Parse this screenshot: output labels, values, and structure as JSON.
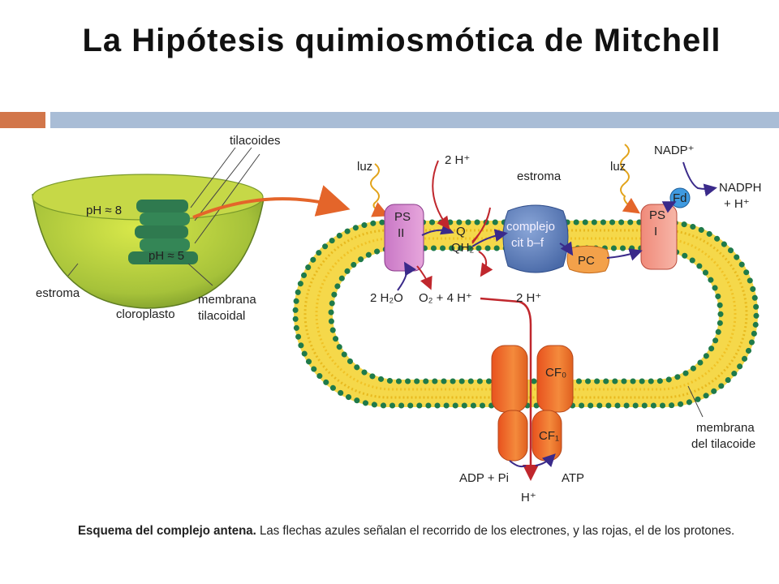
{
  "title": "La Hipótesis quimiosmótica de Mitchell",
  "caption": {
    "bold": "Esquema del complejo antena.",
    "text": " Las flechas azules señalan el recorrido de los electrones, y las rojas, el de los protones."
  },
  "chloroplast": {
    "tilacoides": "tilacoides",
    "ph_stroma": "pH ≈ 8",
    "ph_lumen": "pH ≈ 5",
    "estroma": "estroma",
    "cloroplasto": "cloroplasto",
    "membrana_line1": "membrana",
    "membrana_line2": "tilacoidal"
  },
  "thylakoid": {
    "luz_left": "luz",
    "luz_right": "luz",
    "estroma": "estroma",
    "two_h_top": "2 H⁺",
    "ps2_line1": "PS",
    "ps2_line2": "II",
    "q": "Q",
    "qh2": "QH₂",
    "complejo_line1": "complejo",
    "complejo_line2": "cit b–f",
    "pc": "PC",
    "ps1_line1": "PS",
    "ps1_line2": "I",
    "fd": "Fd",
    "nadp": "NADP⁺",
    "nadph_line1": "NADPH",
    "nadph_line2": "+ H⁺",
    "h2o": "2 H₂O",
    "o2": "O₂ + 4 H⁺",
    "two_h_bottom": "2 H⁺",
    "cf0": "CF₀",
    "cf1": "CF₁",
    "adp": "ADP + Pi",
    "atp": "ATP",
    "h_out": "H⁺",
    "membrana_line1": "membrana",
    "membrana_line2": "del tilacoide"
  }
}
